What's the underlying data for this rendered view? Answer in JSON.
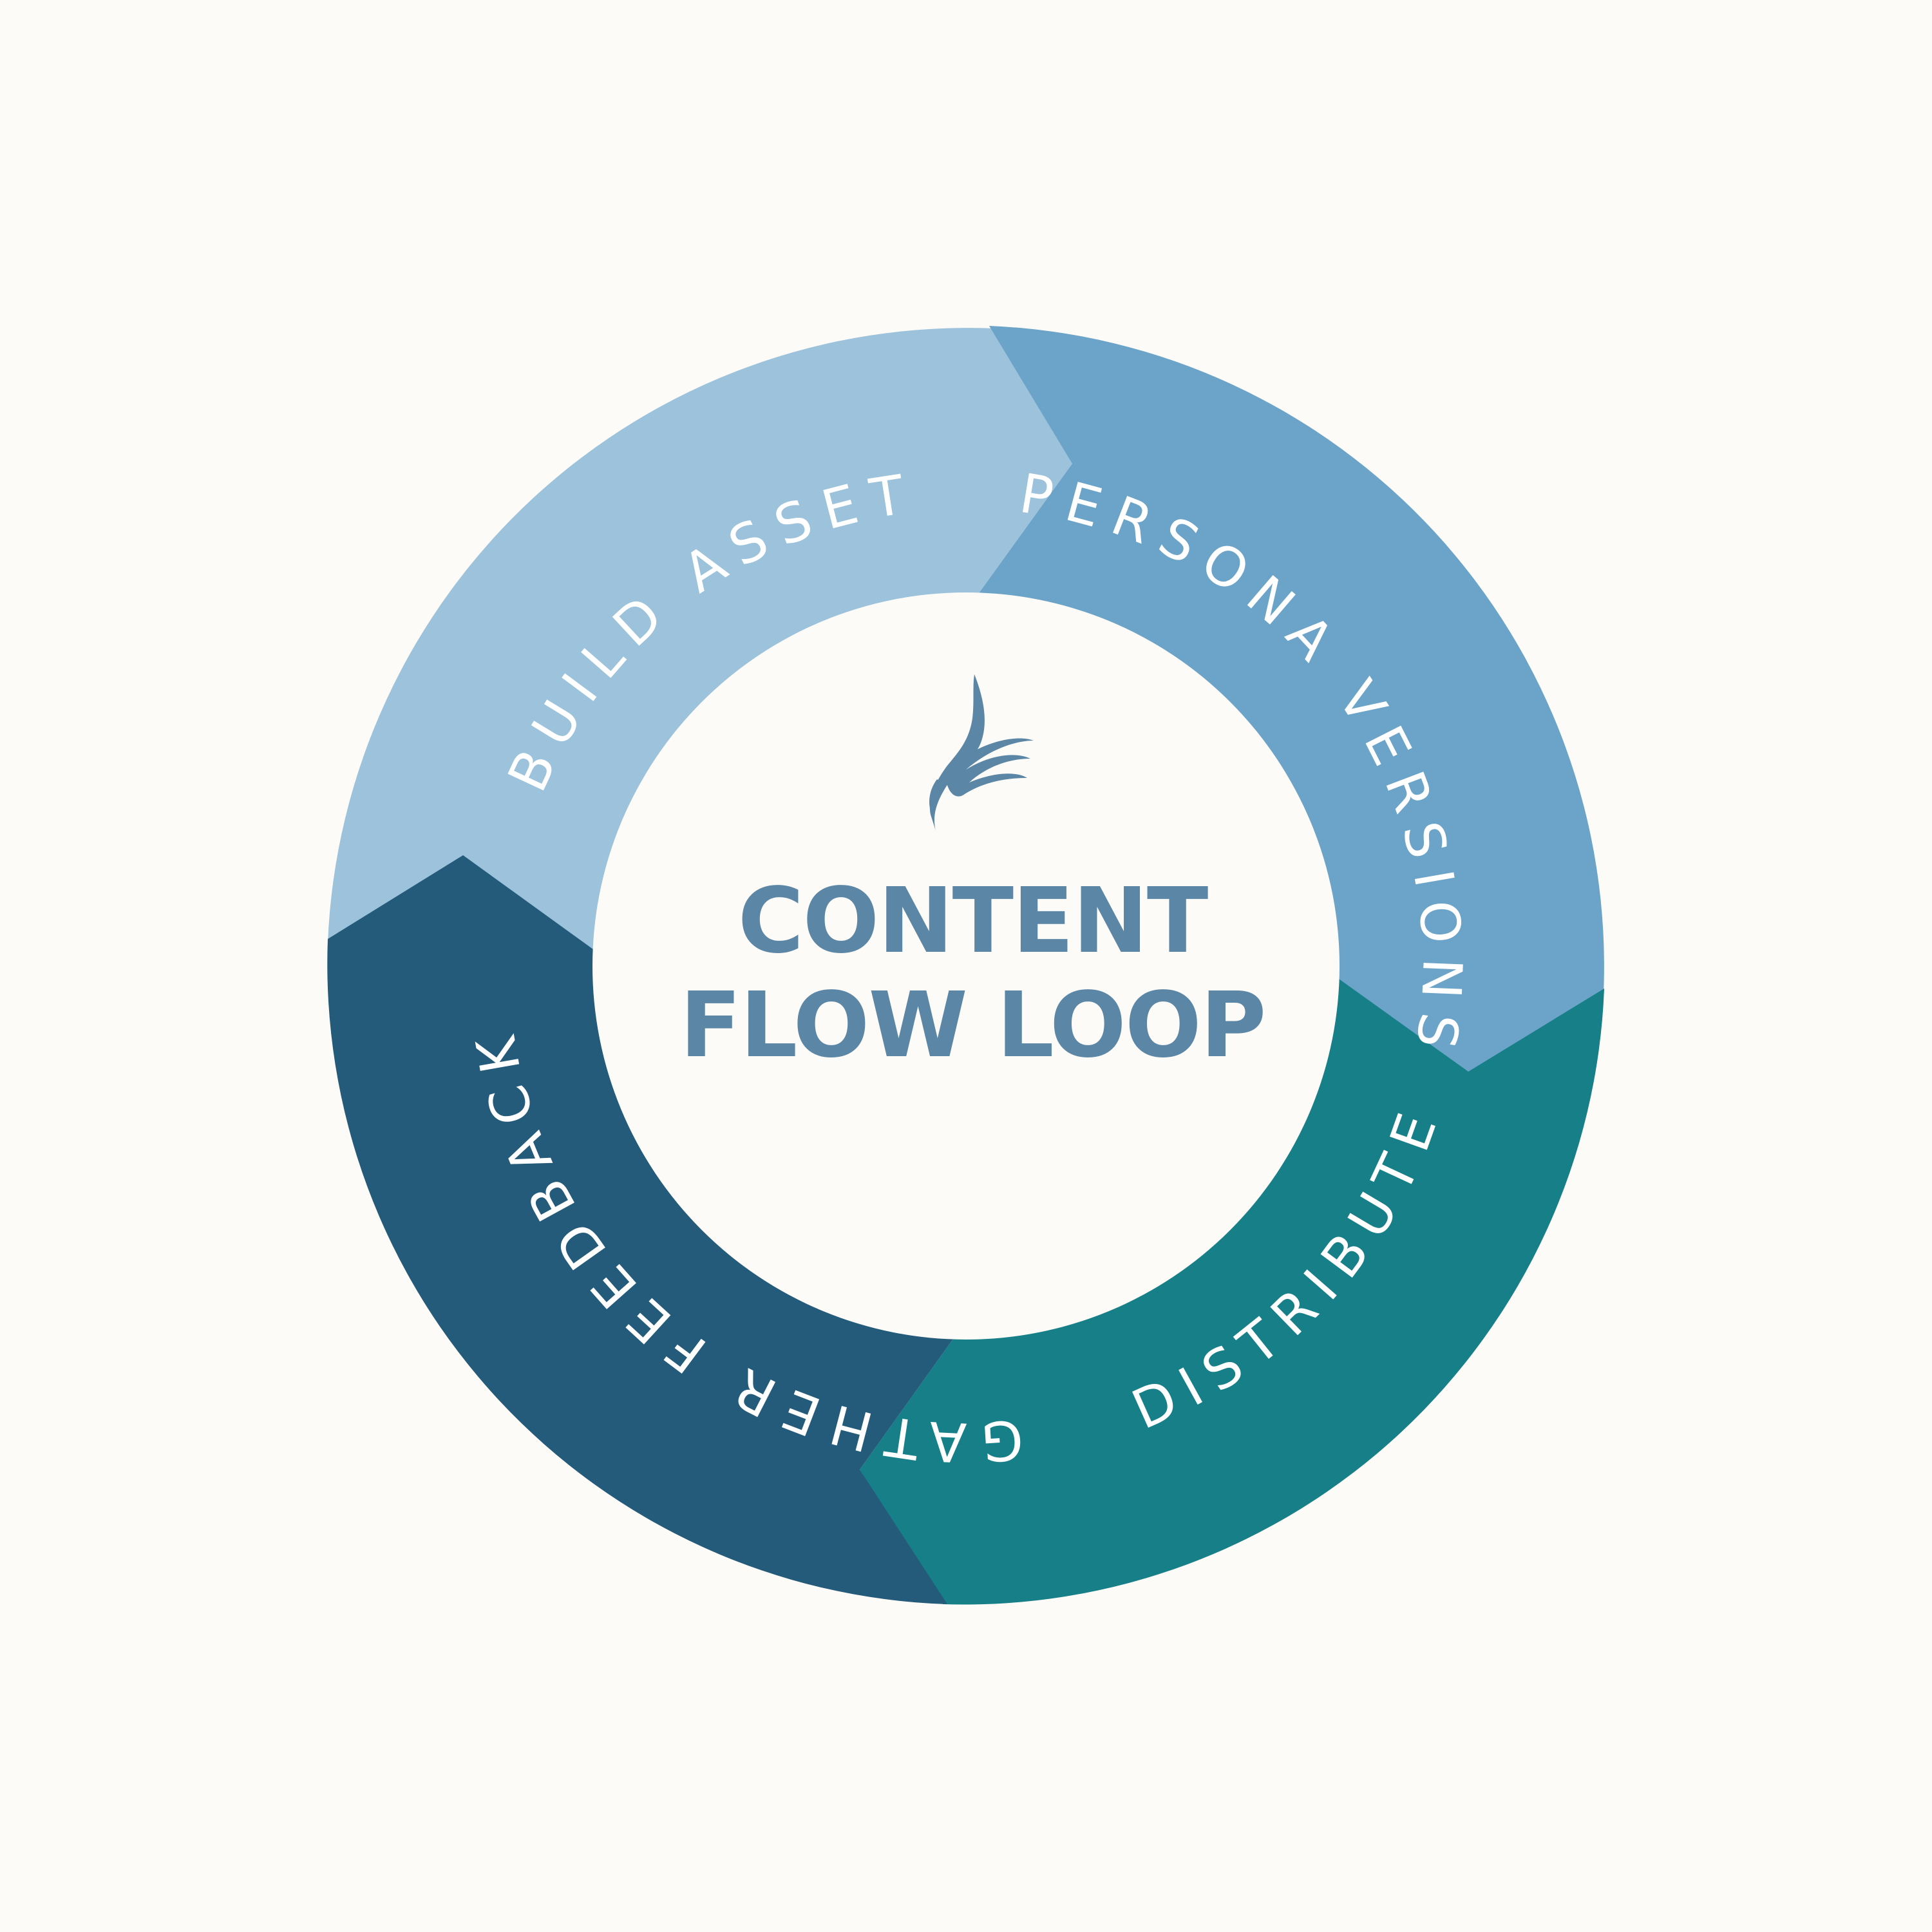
{
  "center": {
    "title_line1": "CONTENT",
    "title_line2": "FLOW LOOP",
    "logo_icon": "feather-brush-icon"
  },
  "stages": [
    {
      "id": "build-asset",
      "label": "BUILD ASSET",
      "color": "#9cc2dc"
    },
    {
      "id": "persona-versions",
      "label": "PERSONA VERSIONS",
      "color": "#6ba4c8"
    },
    {
      "id": "distribute",
      "label": "DISTRIBUTE",
      "color": "#167f88"
    },
    {
      "id": "gather-feedback",
      "label": "GATHER FEEDBACK",
      "color": "#245a7a"
    }
  ],
  "colors": {
    "background": "#fdfbf7",
    "center_fill": "#fdfbf7",
    "title_color": "#5b86a6",
    "label_color": "#ffffff"
  }
}
